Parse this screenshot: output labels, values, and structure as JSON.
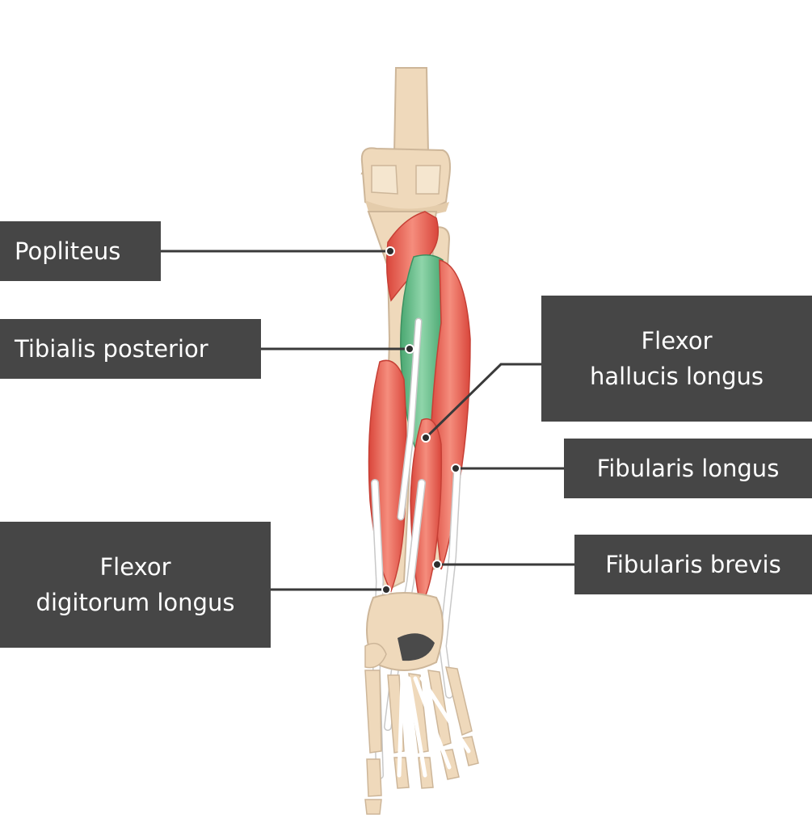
{
  "diagram": {
    "labels": {
      "popliteus": "Popliteus",
      "tibialis_posterior": "Tibialis posterior",
      "flexor_hallucis_longus": "Flexor\nhallucis longus",
      "fibularis_longus": "Fibularis longus",
      "fibularis_brevis": "Fibularis brevis",
      "flexor_digitorum_longus": "Flexor\ndigitorum longus"
    },
    "colors": {
      "label_background": "#464646",
      "label_text": "#ffffff",
      "leader_line": "#3a3a3a",
      "bone": "#efd9bb",
      "bone_outline": "#cdb699",
      "muscle": "#e8574a",
      "muscle_highlight": "#f58f7f",
      "highlighted_muscle": "#6cc08d",
      "tendon": "#ffffff",
      "tendon_outline": "#c8c8c8"
    }
  }
}
